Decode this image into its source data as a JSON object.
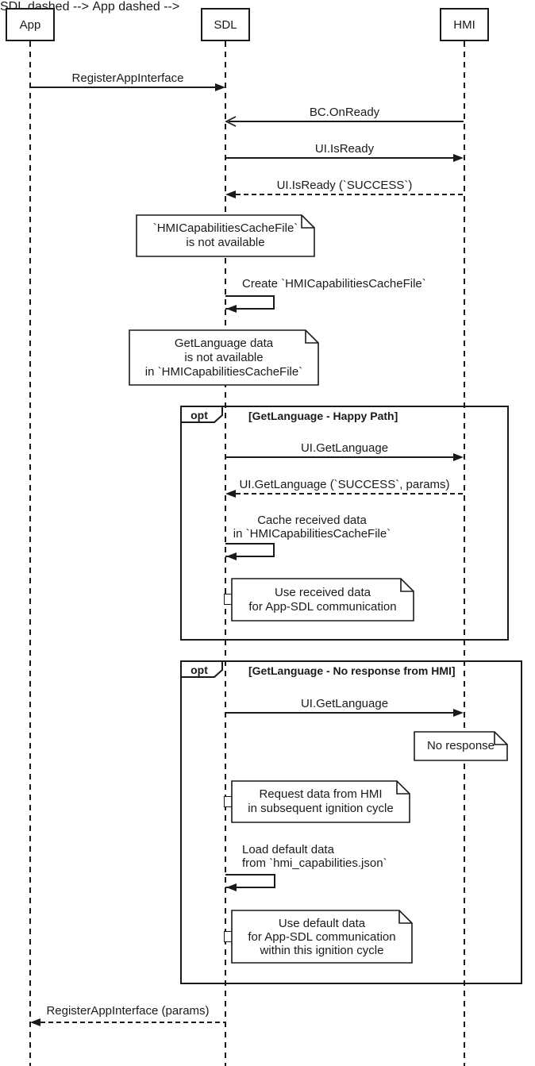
{
  "colors": {
    "stroke": "#1a1a1a",
    "fill": "#ffffff"
  },
  "actors": {
    "app": "App",
    "sdl": "SDL",
    "hmi": "HMI"
  },
  "messages": {
    "register_app_interface": "RegisterAppInterface",
    "bc_on_ready": "BC.OnReady",
    "ui_is_ready": "UI.IsReady",
    "ui_is_ready_response": "UI.IsReady (`SUCCESS`)",
    "create_cache_file": "Create `HMICapabilitiesCacheFile`",
    "ui_get_language_happy": "UI.GetLanguage",
    "ui_get_language_response": "UI.GetLanguage (`SUCCESS`, params)",
    "cache_received": {
      "line1": "Cache received data",
      "line2": "in `HMICapabilitiesCacheFile`"
    },
    "ui_get_language_noresp": "UI.GetLanguage",
    "load_default": {
      "line1": "Load default data",
      "line2": "from `hmi_capabilities.json`"
    },
    "register_app_interface_response": "RegisterAppInterface (params)"
  },
  "fragments": {
    "opt1": {
      "operator": "opt",
      "guard": "[GetLanguage - Happy Path]"
    },
    "opt2": {
      "operator": "opt",
      "guard": "[GetLanguage - No response from HMI]"
    }
  },
  "notes": {
    "cache_missing": {
      "line1": "`HMICapabilitiesCacheFile`",
      "line2": "is not available"
    },
    "getlang_missing": {
      "line1": "GetLanguage data",
      "line2": "is not available",
      "line3": "in `HMICapabilitiesCacheFile`"
    },
    "use_received": {
      "line1": "Use received data",
      "line2": "for App-SDL communication"
    },
    "no_response": {
      "line1": "No response"
    },
    "request_next_cycle": {
      "line1": "Request data from HMI",
      "line2": "in subsequent ignition cycle"
    },
    "use_default": {
      "line1": "Use default data",
      "line2": "for App-SDL communication",
      "line3": "within this ignition cycle"
    }
  }
}
